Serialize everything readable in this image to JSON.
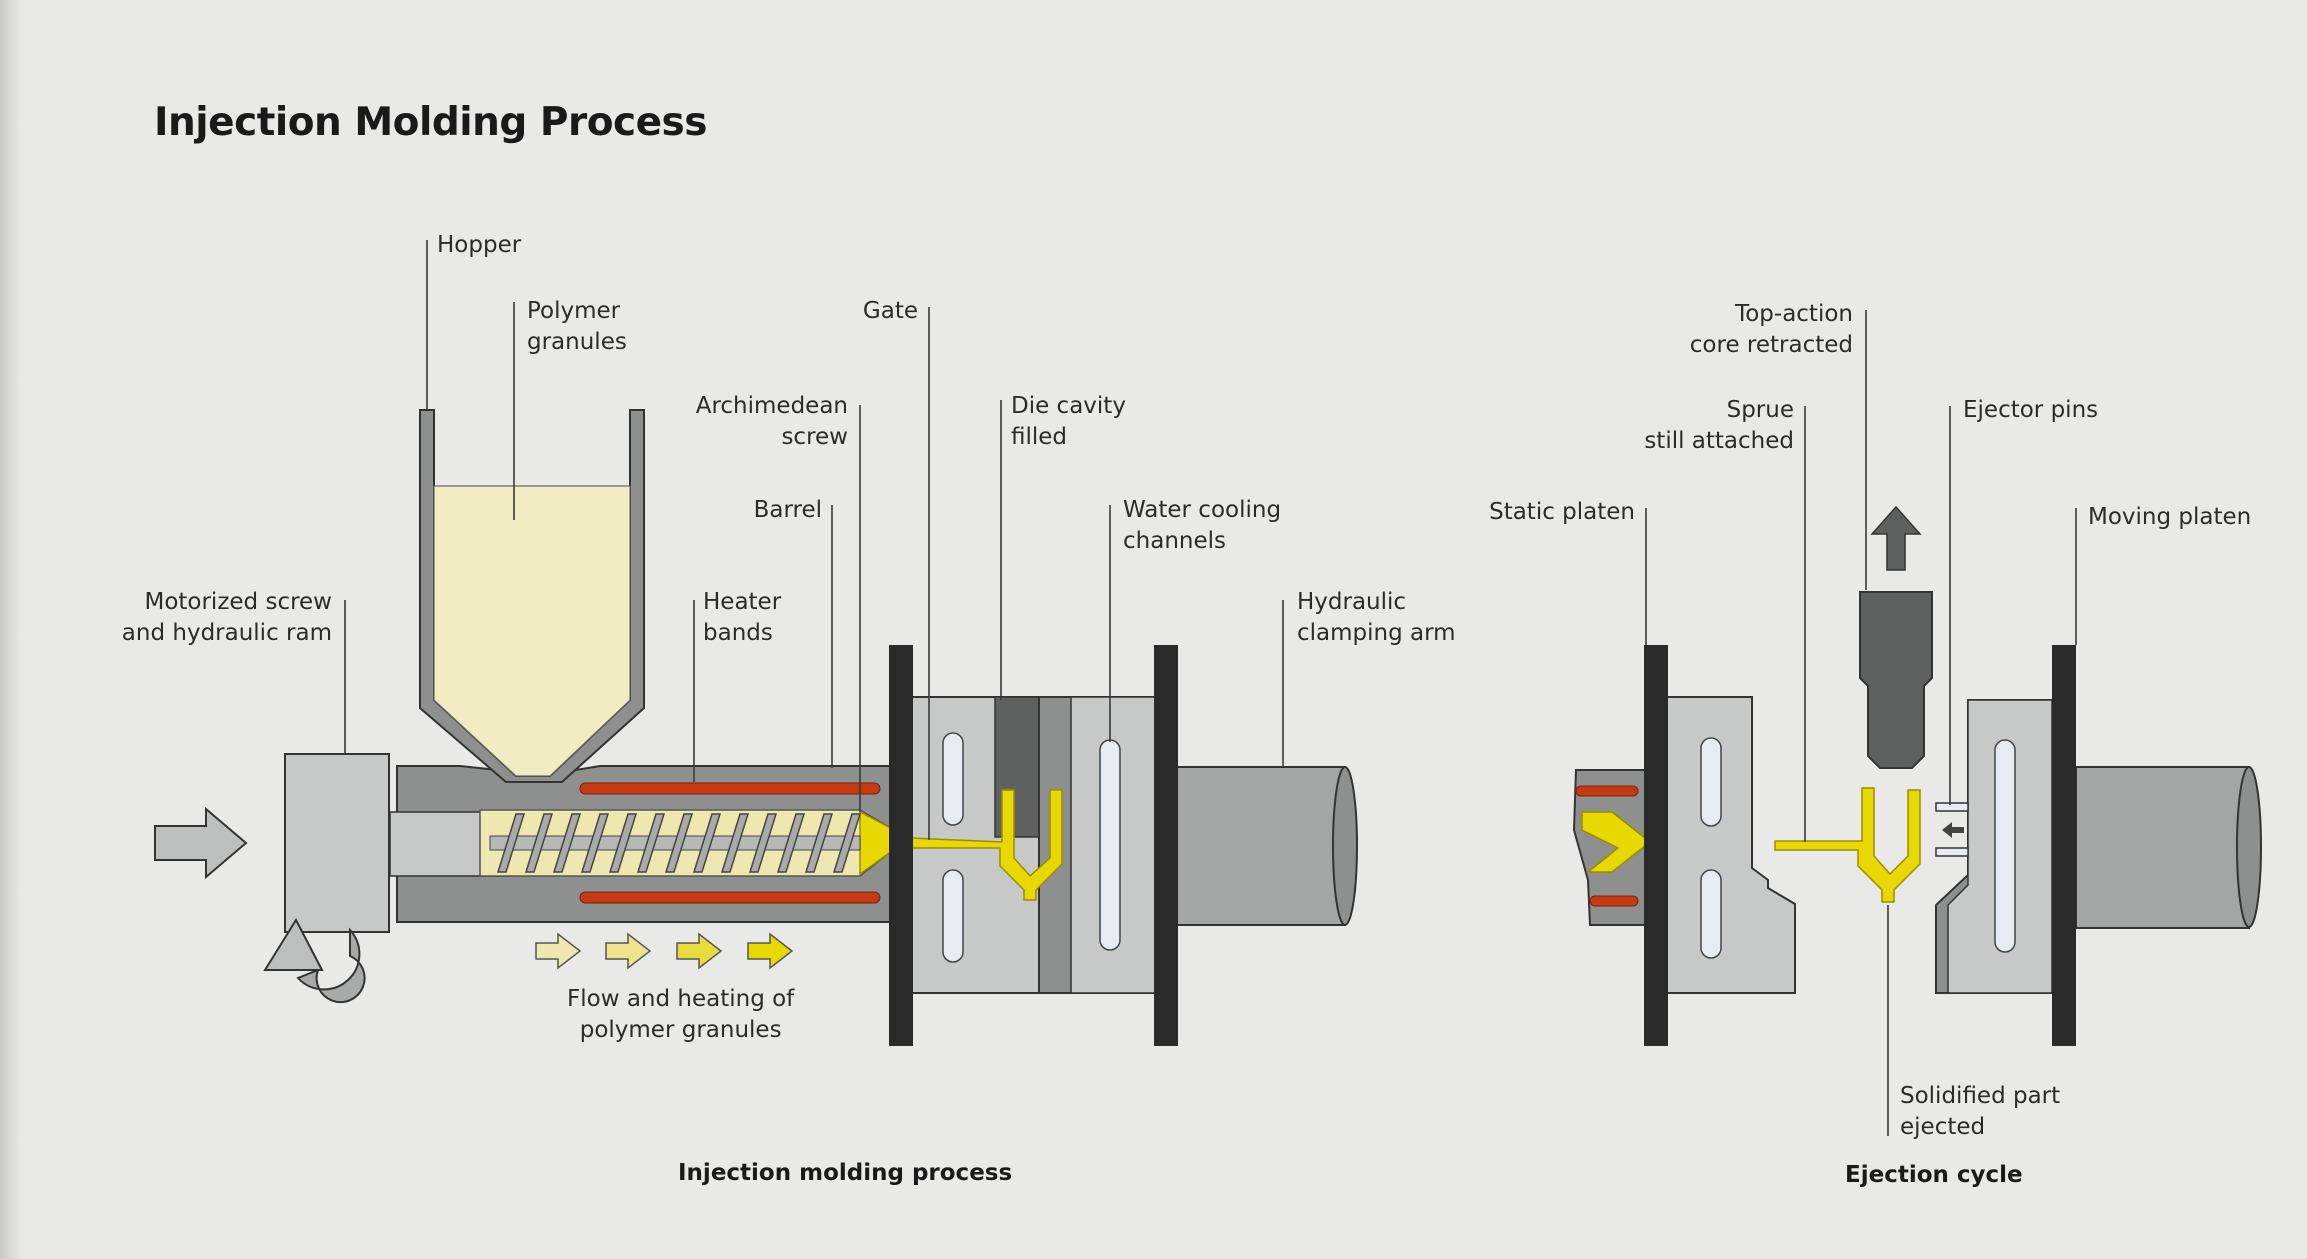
{
  "title": "Injection Molding Process",
  "colors": {
    "background": "#e9eae8",
    "machine_dark": "#8e8f8f",
    "machine_mid": "#a6a7a7",
    "machine_light": "#c8c9c9",
    "platen": "#2a2a2a",
    "granules": "#f1ecc2",
    "molten_polymer": "#e6d800",
    "heater": "#c53a12"
  },
  "injection": {
    "labels": {
      "hopper": "Hopper",
      "polymer_granules": "Polymer\ngranules",
      "gate": "Gate",
      "archimedean_screw": "Archimedean\nscrew",
      "die_cavity": "Die cavity\nfilled",
      "barrel": "Barrel",
      "water_cooling": "Water cooling\nchannels",
      "motorized": "Motorized screw\nand hydraulic ram",
      "heater_bands": "Heater\nbands",
      "hydraulic_arm": "Hydraulic\nclamping arm",
      "flow_heating": "Flow and heating of\npolymer granules"
    },
    "caption": "Injection molding process"
  },
  "ejection": {
    "labels": {
      "top_action": "Top-action\ncore retracted",
      "sprue": "Sprue\nstill attached",
      "ejector_pins": "Ejector pins",
      "static_platen": "Static platen",
      "moving_platen": "Moving platen",
      "solidified": "Solidified part\nejected"
    },
    "caption": "Ejection cycle"
  },
  "icons": {
    "push_arrow": "arrow-right-icon",
    "rotation": "rotation-arrow-icon",
    "flow_arrows": "arrow-right-icon",
    "retract_arrow": "arrow-up-icon",
    "eject_arrow": "arrow-left-icon"
  }
}
